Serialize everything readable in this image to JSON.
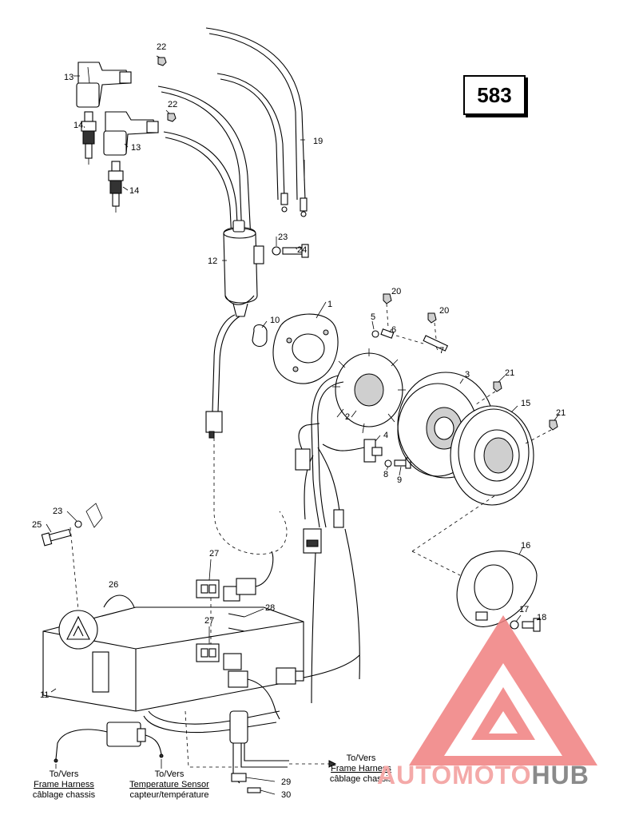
{
  "page_number": "583",
  "part_numbers": {
    "p1": "1",
    "p2": "2",
    "p3": "3",
    "p4": "4",
    "p5": "5",
    "p6": "6",
    "p7": "7",
    "p8": "8",
    "p9": "9",
    "p10": "10",
    "p11": "11",
    "p12": "12",
    "p13a": "13",
    "p13b": "13",
    "p14a": "14",
    "p14b": "14",
    "p15": "15",
    "p16": "16",
    "p17": "17",
    "p18": "18",
    "p19": "19",
    "p20a": "20",
    "p20b": "20",
    "p21a": "21",
    "p21b": "21",
    "p22a": "22",
    "p22b": "22",
    "p23a": "23",
    "p23b": "23",
    "p24": "24",
    "p25": "25",
    "p26": "26",
    "p27a": "27",
    "p27b": "27",
    "p28": "28",
    "p29": "29",
    "p30": "30"
  },
  "references": {
    "frame_harness_left": {
      "to": "To/Vers",
      "name": "Frame Harness",
      "name_fr": "câblage chassis"
    },
    "temperature_sensor": {
      "to": "To/Vers",
      "name": "Temperature Sensor",
      "name_fr": "capteur/température"
    },
    "frame_harness_right": {
      "to": "To/Vers",
      "name": "Frame Harness",
      "name_fr": "câblage chassis"
    }
  },
  "watermark": {
    "part1": "AUTOMOTO",
    "part2": "HUB",
    "accent_color": "#f08080",
    "text_color": "#8a8a8a"
  }
}
